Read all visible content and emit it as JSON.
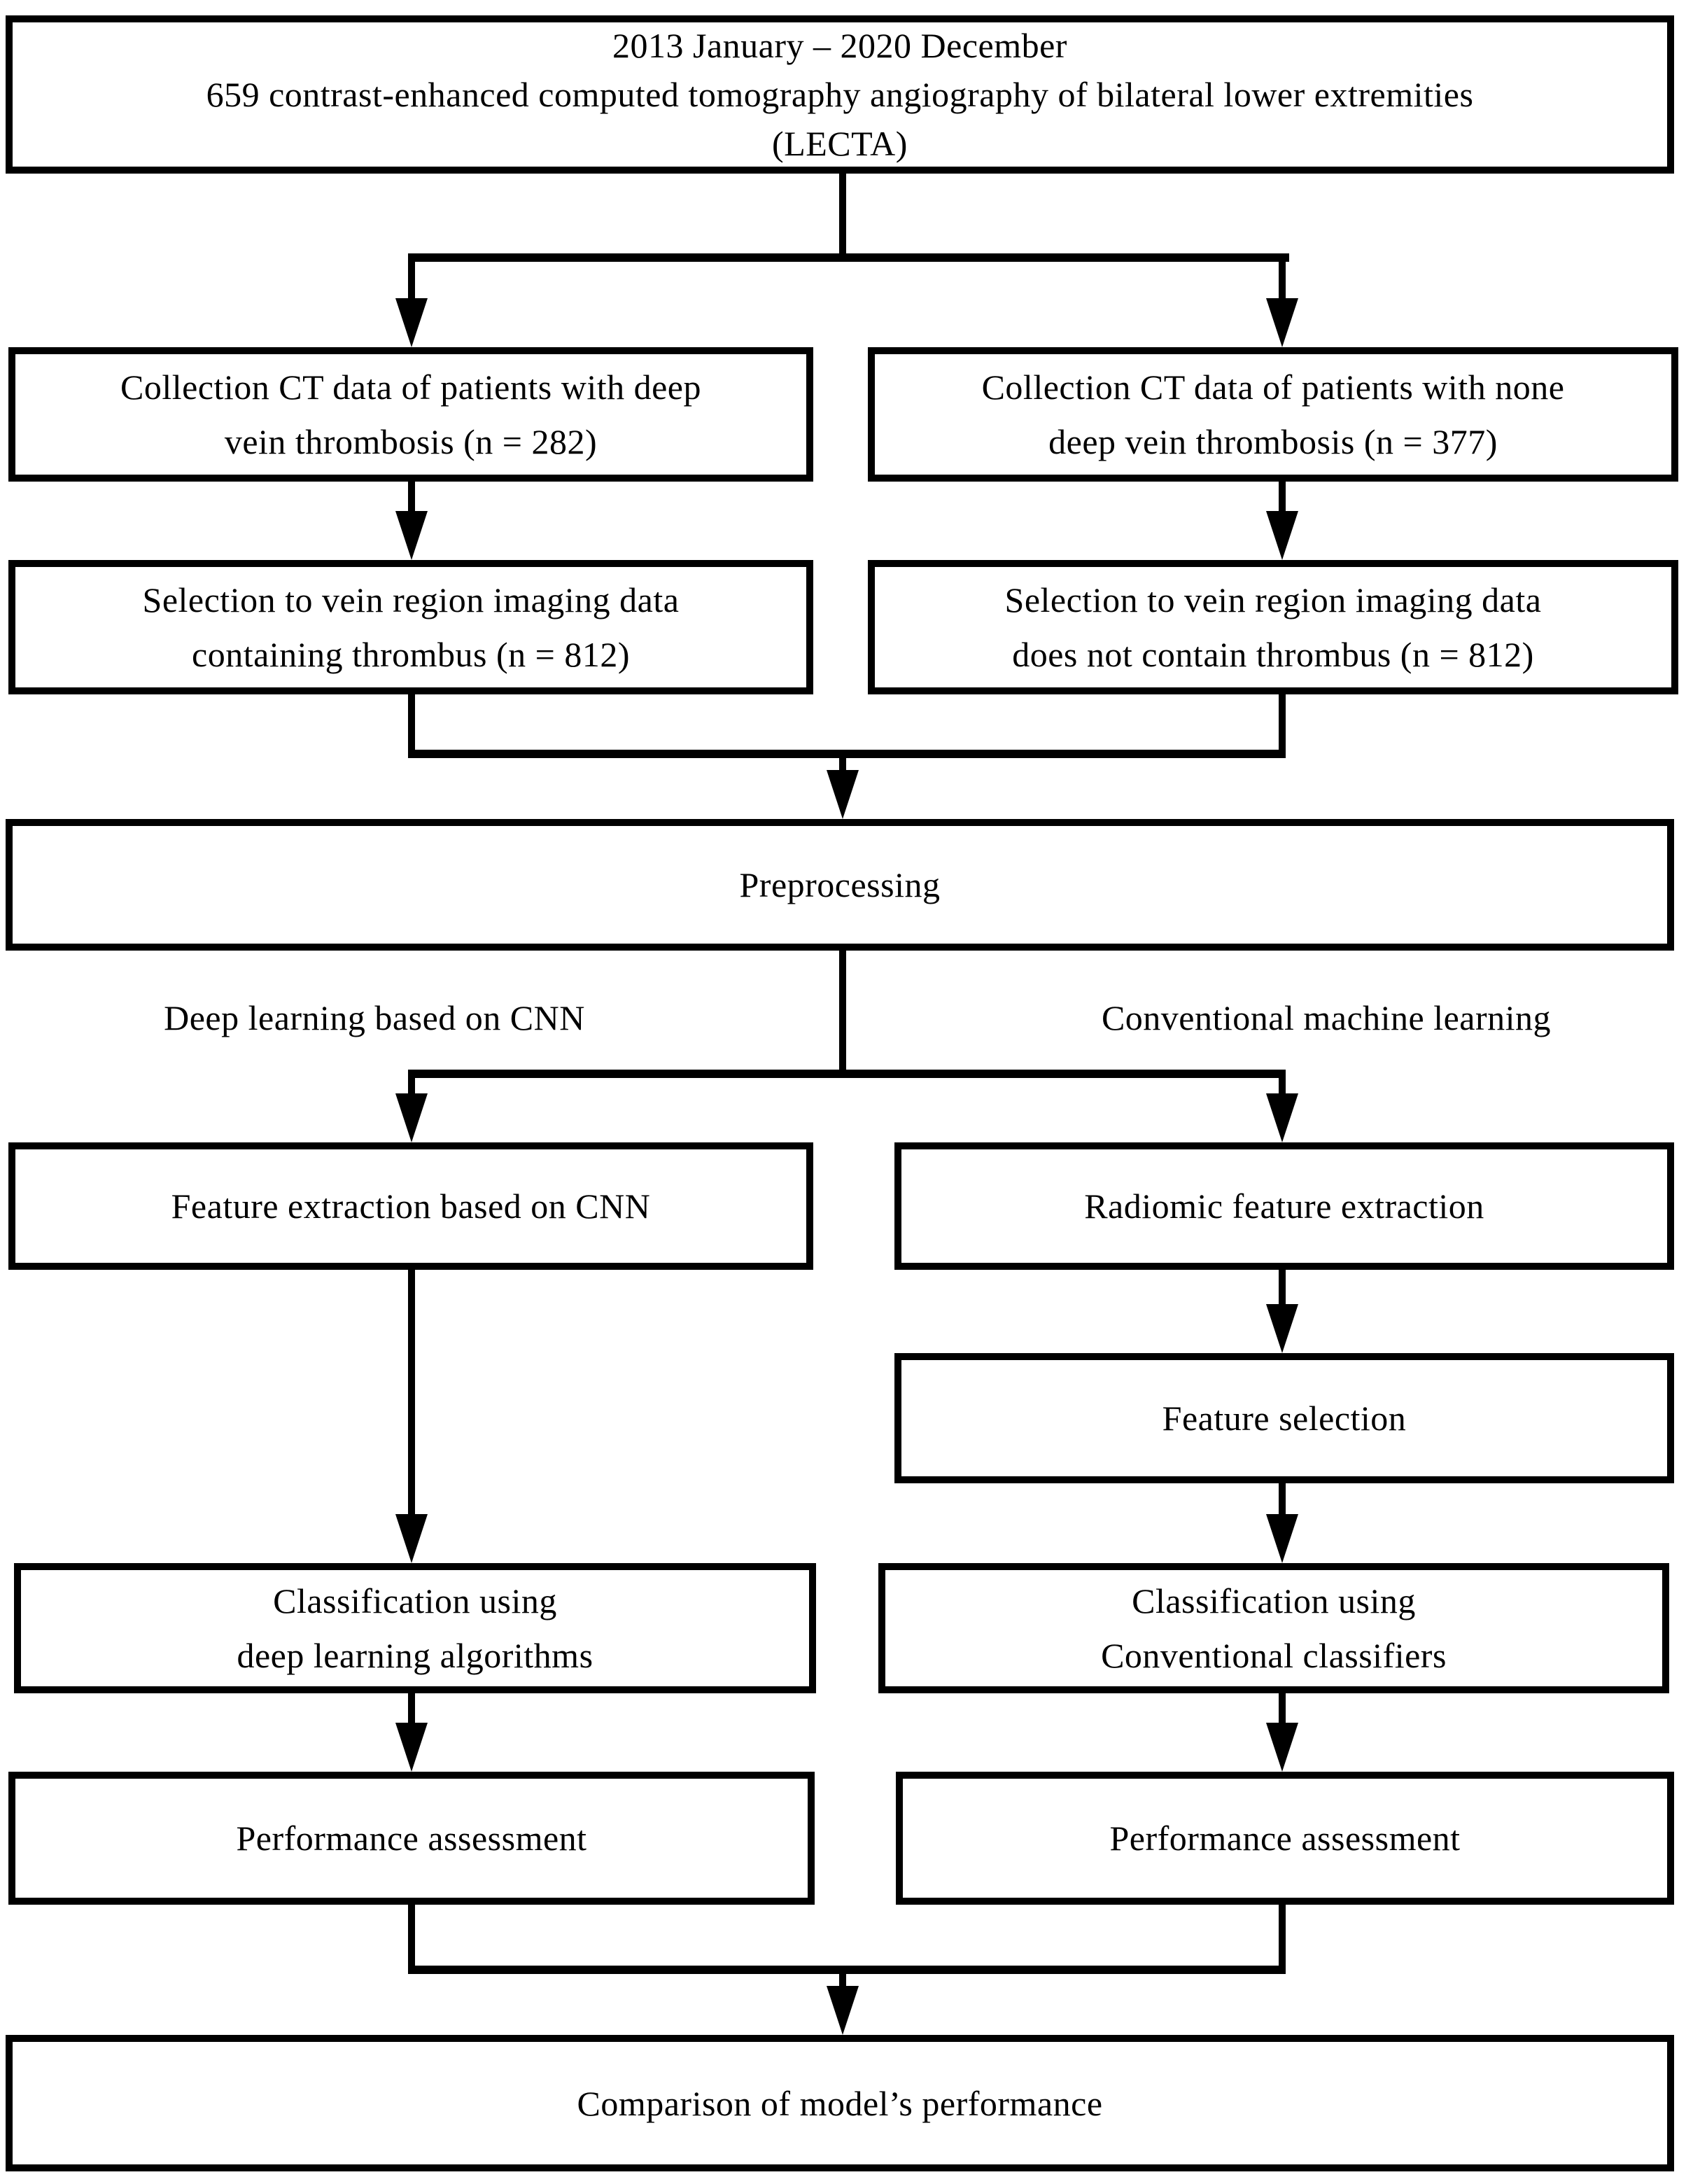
{
  "page": {
    "background_color": "#ffffff",
    "line_color": "#000000",
    "text_color": "#000000"
  },
  "flowchart": {
    "top_box": {
      "line1": "2013 January – 2020 December",
      "line2": "659 contrast-enhanced computed tomography angiography of bilateral lower extremities",
      "line3": "(LECTA)"
    },
    "collection_dvt": {
      "line1": "Collection CT data of patients with deep",
      "line2": "vein thrombosis (n = 282)"
    },
    "collection_none_dvt": {
      "line1": "Collection CT data of patients with none",
      "line2": "deep vein thrombosis (n = 377)"
    },
    "selection_thrombus": {
      "line1": "Selection to vein region imaging data",
      "line2": "containing thrombus (n = 812)"
    },
    "selection_no_thrombus": {
      "line1": "Selection to vein region imaging data",
      "line2": "does not contain thrombus (n = 812)"
    },
    "preprocessing": {
      "line1": "Preprocessing"
    },
    "branch_left_label": "Deep learning based on CNN",
    "branch_right_label": "Conventional machine learning",
    "feature_extraction_cnn": {
      "line1": "Feature extraction based on CNN"
    },
    "radiomic_feature_extraction": {
      "line1": "Radiomic feature extraction"
    },
    "feature_selection": {
      "line1": "Feature selection"
    },
    "classification_deep": {
      "line1": "Classification using",
      "line2": "deep learning algorithms"
    },
    "classification_conventional": {
      "line1": "Classification using",
      "line2": "Conventional classifiers"
    },
    "performance_left": {
      "line1": "Performance assessment"
    },
    "performance_right": {
      "line1": "Performance assessment"
    },
    "comparison": {
      "line1": "Comparison of model’s performance"
    }
  }
}
